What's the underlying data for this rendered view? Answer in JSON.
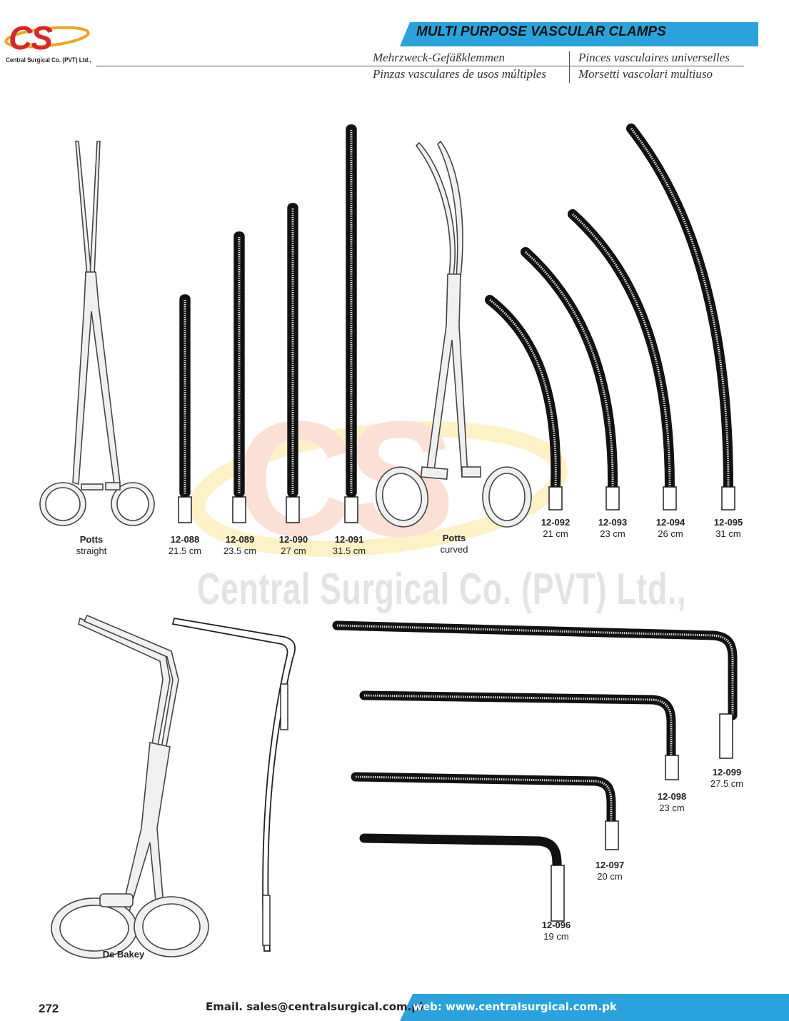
{
  "header": {
    "logo_letters": "CS",
    "company": "Central Surgical Co. (PVT) Ltd.,",
    "title": "MULTI PURPOSE VASCULAR CLAMPS",
    "subtitle_de": "Mehrzweck-Gefäßklemmen",
    "subtitle_es": "Pinzas vasculares de usos múltiples",
    "subtitle_fr": "Pinces vasculaires universelles",
    "subtitle_it": "Morsetti vascolari multiuso",
    "brand_color": "#d8262b",
    "banner_color": "#2aa3dc"
  },
  "watermark": "Central Surgical Co. (PVT) Ltd.,",
  "products": {
    "potts_straight": {
      "name": "Potts",
      "variant": "straight"
    },
    "p12_088": {
      "code": "12-088",
      "size": "21.5 cm"
    },
    "p12_089": {
      "code": "12-089",
      "size": "23.5 cm"
    },
    "p12_090": {
      "code": "12-090",
      "size": "27 cm"
    },
    "p12_091": {
      "code": "12-091",
      "size": "31.5 cm"
    },
    "potts_curved": {
      "name": "Potts",
      "variant": "curved"
    },
    "p12_092": {
      "code": "12-092",
      "size": "21 cm"
    },
    "p12_093": {
      "code": "12-093",
      "size": "23 cm"
    },
    "p12_094": {
      "code": "12-094",
      "size": "26 cm"
    },
    "p12_095": {
      "code": "12-095",
      "size": "31 cm"
    },
    "de_bakey": {
      "name": "De Bakey"
    },
    "p12_096": {
      "code": "12-096",
      "size": "19 cm"
    },
    "p12_097": {
      "code": "12-097",
      "size": "20 cm"
    },
    "p12_098": {
      "code": "12-098",
      "size": "23 cm"
    },
    "p12_099": {
      "code": "12-099",
      "size": "27.5 cm"
    }
  },
  "footer": {
    "page_number": "272",
    "email": "Email. sales@centralsurgical.com.pk",
    "web": "web: www.centralsurgical.com.pk"
  }
}
